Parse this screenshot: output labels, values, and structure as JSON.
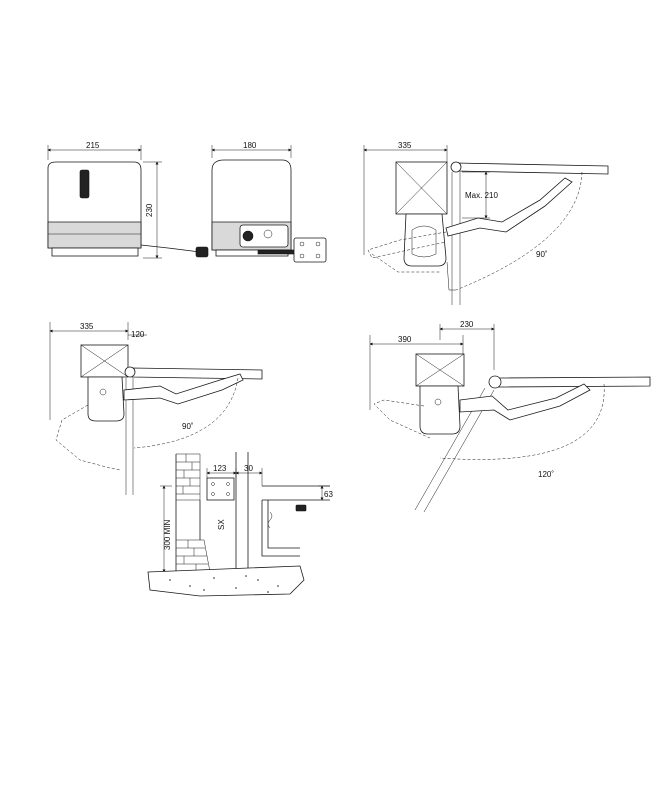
{
  "views": {
    "front": {
      "width_label": "215",
      "height_label": "230"
    },
    "side": {
      "width_label": "180"
    },
    "install_90": {
      "width_label": "335",
      "max_label": "Max. 210",
      "angle_label": "90˚"
    },
    "install_inner": {
      "width_label": "335",
      "offset_label": "120",
      "angle_label": "90˚"
    },
    "install_120": {
      "width_label": "390",
      "offset_label": "230",
      "angle_label": "120˚"
    },
    "wall_detail": {
      "width_a_label": "123",
      "width_b_label": "30",
      "height_label": "63",
      "min_label": "300 MIN",
      "side_label": "SX"
    }
  }
}
